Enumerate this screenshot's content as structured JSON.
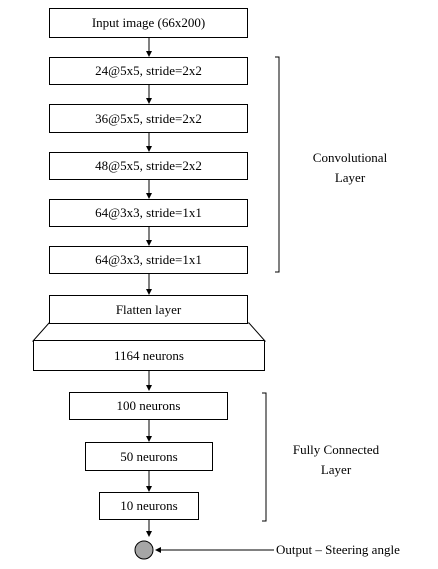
{
  "input": "Input image (66x200)",
  "conv_layers": [
    "24@5x5, stride=2x2",
    "36@5x5, stride=2x2",
    "48@5x5, stride=2x2",
    "64@3x3, stride=1x1",
    "64@3x3, stride=1x1"
  ],
  "flatten": "Flatten layer",
  "neurons_1164": "1164 neurons",
  "fc_layers": [
    "100 neurons",
    "50 neurons",
    "10 neurons"
  ],
  "conv_group_label": [
    "Convolutional",
    "Layer"
  ],
  "fc_group_label": [
    "Fully Connected",
    "Layer"
  ],
  "output_label": "Output – Steering angle",
  "colors": {
    "output_node": "#a6a6a6",
    "stroke": "#000000"
  }
}
